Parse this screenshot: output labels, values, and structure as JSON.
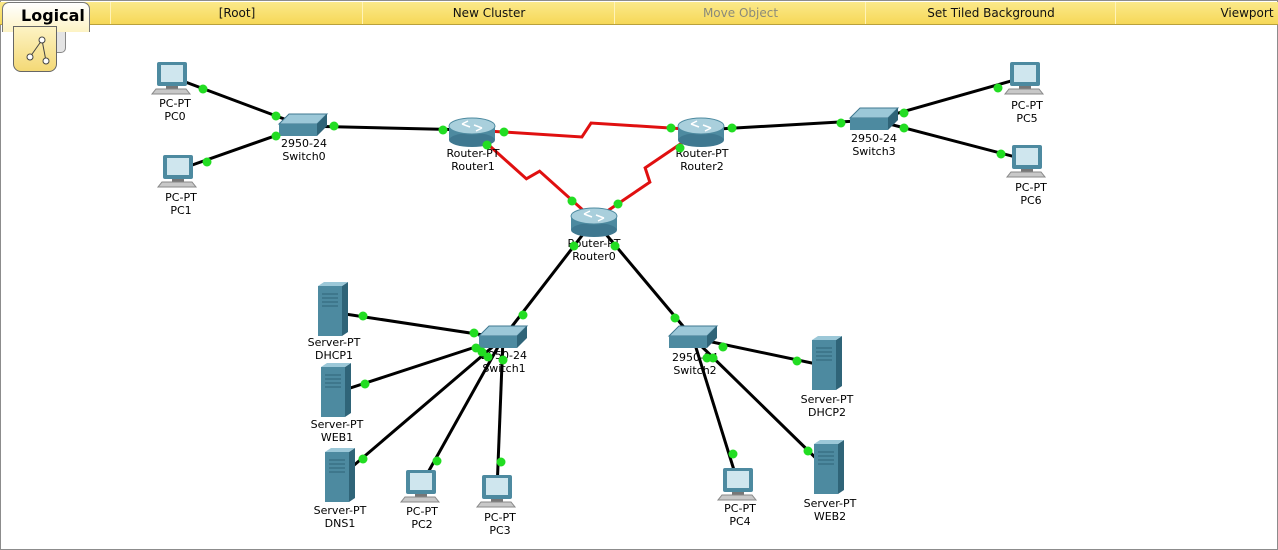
{
  "toolbar": {
    "mode_tab": "Logical",
    "root": "[Root]",
    "new_cluster": "New Cluster",
    "move_object": "Move Object",
    "set_tiled_background": "Set Tiled Background",
    "viewport": "Viewport"
  },
  "colors": {
    "toolbar": "#f6d858",
    "ethernet": "#000000",
    "serial": "#e01010",
    "link_up": "#22dd22"
  },
  "devices": [
    {
      "id": "PC0",
      "model": "PC-PT",
      "name": "PC0",
      "kind": "pc"
    },
    {
      "id": "PC1",
      "model": "PC-PT",
      "name": "PC1",
      "kind": "pc"
    },
    {
      "id": "Switch0",
      "model": "2950-24",
      "name": "Switch0",
      "kind": "switch"
    },
    {
      "id": "Router1",
      "model": "Router-PT",
      "name": "Router1",
      "kind": "router"
    },
    {
      "id": "Router2",
      "model": "Router-PT",
      "name": "Router2",
      "kind": "router"
    },
    {
      "id": "Switch3",
      "model": "2950-24",
      "name": "Switch3",
      "kind": "switch"
    },
    {
      "id": "PC5",
      "model": "PC-PT",
      "name": "PC5",
      "kind": "pc"
    },
    {
      "id": "PC6",
      "model": "PC-PT",
      "name": "PC6",
      "kind": "pc"
    },
    {
      "id": "Router0",
      "model": "Router-PT",
      "name": "Router0",
      "kind": "router"
    },
    {
      "id": "Switch1",
      "model": "2950-24",
      "name": "Switch1",
      "kind": "switch"
    },
    {
      "id": "Switch2",
      "model": "2950-24",
      "name": "Switch2",
      "kind": "switch"
    },
    {
      "id": "DHCP1",
      "model": "Server-PT",
      "name": "DHCP1",
      "kind": "server"
    },
    {
      "id": "WEB1",
      "model": "Server-PT",
      "name": "WEB1",
      "kind": "server"
    },
    {
      "id": "DNS1",
      "model": "Server-PT",
      "name": "DNS1",
      "kind": "server"
    },
    {
      "id": "PC2",
      "model": "PC-PT",
      "name": "PC2",
      "kind": "pc"
    },
    {
      "id": "PC3",
      "model": "PC-PT",
      "name": "PC3",
      "kind": "pc"
    },
    {
      "id": "PC4",
      "model": "PC-PT",
      "name": "PC4",
      "kind": "pc"
    },
    {
      "id": "WEB2",
      "model": "Server-PT",
      "name": "WEB2",
      "kind": "server"
    },
    {
      "id": "DHCP2",
      "model": "Server-PT",
      "name": "DHCP2",
      "kind": "server"
    }
  ],
  "links": [
    {
      "a": "PC0",
      "b": "Switch0",
      "type": "ethernet"
    },
    {
      "a": "PC1",
      "b": "Switch0",
      "type": "ethernet"
    },
    {
      "a": "Switch0",
      "b": "Router1",
      "type": "ethernet"
    },
    {
      "a": "Router1",
      "b": "Router2",
      "type": "serial"
    },
    {
      "a": "Router1",
      "b": "Router0",
      "type": "serial"
    },
    {
      "a": "Router2",
      "b": "Router0",
      "type": "serial"
    },
    {
      "a": "Router2",
      "b": "Switch3",
      "type": "ethernet"
    },
    {
      "a": "Switch3",
      "b": "PC5",
      "type": "ethernet"
    },
    {
      "a": "Switch3",
      "b": "PC6",
      "type": "ethernet"
    },
    {
      "a": "Router0",
      "b": "Switch1",
      "type": "ethernet"
    },
    {
      "a": "Router0",
      "b": "Switch2",
      "type": "ethernet"
    },
    {
      "a": "Switch1",
      "b": "DHCP1",
      "type": "ethernet"
    },
    {
      "a": "Switch1",
      "b": "WEB1",
      "type": "ethernet"
    },
    {
      "a": "Switch1",
      "b": "DNS1",
      "type": "ethernet"
    },
    {
      "a": "Switch1",
      "b": "PC2",
      "type": "ethernet"
    },
    {
      "a": "Switch1",
      "b": "PC3",
      "type": "ethernet"
    },
    {
      "a": "Switch2",
      "b": "DHCP2",
      "type": "ethernet"
    },
    {
      "a": "Switch2",
      "b": "PC4",
      "type": "ethernet"
    },
    {
      "a": "Switch2",
      "b": "WEB2",
      "type": "ethernet"
    }
  ]
}
